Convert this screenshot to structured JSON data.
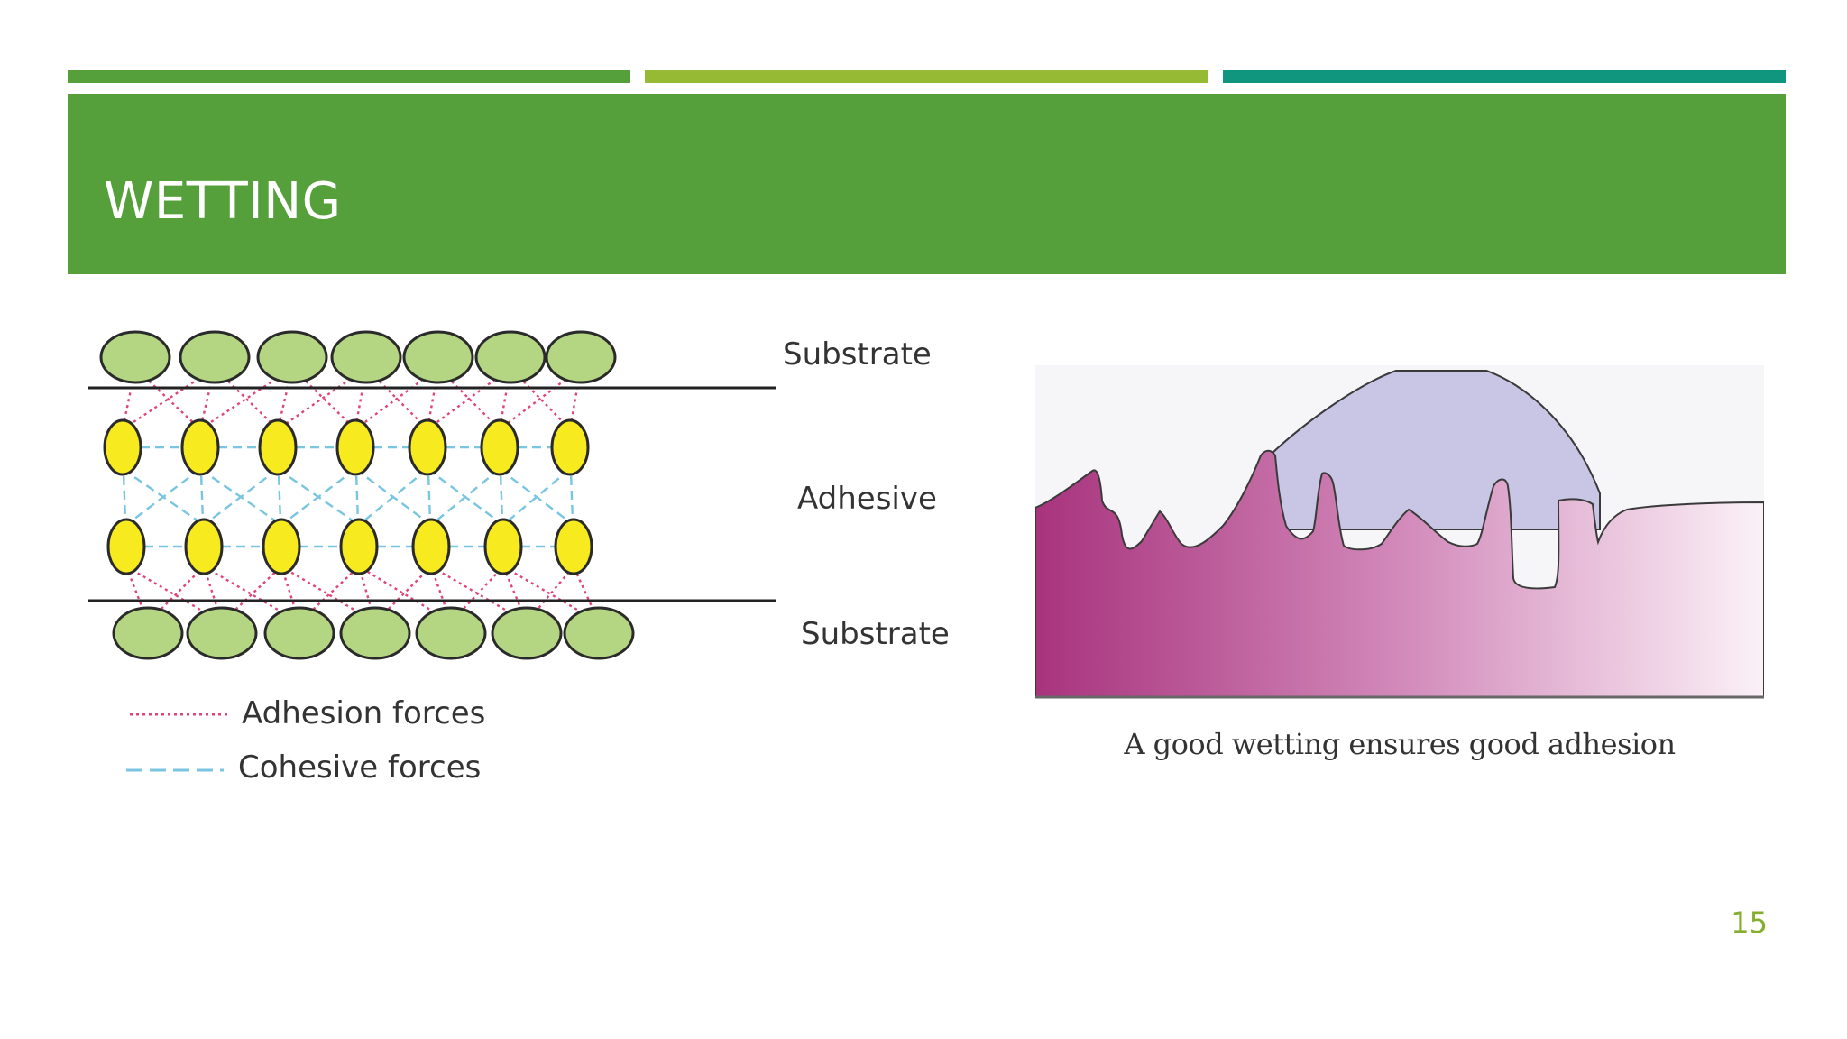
{
  "slide": {
    "title": "WETTING",
    "page_number": "15"
  },
  "colors": {
    "bar1": "#55A03A",
    "bar2": "#97BA35",
    "bar3": "#10967E",
    "title_band": "#56A03C",
    "page_number": "#86AE2E",
    "substrate_fill": "#B4D683",
    "adhesive_fill": "#F7EA1E",
    "adhesion_line": "#E0457A",
    "cohesion_line": "#79C5E2"
  },
  "diagram_left": {
    "labels": {
      "substrate_top": "Substrate",
      "adhesive": "Adhesive",
      "substrate_bottom": "Substrate"
    },
    "legend": {
      "adhesion": "Adhesion forces",
      "cohesion": "Cohesive forces"
    }
  },
  "diagram_right": {
    "caption": "A good wetting ensures good adhesion"
  }
}
